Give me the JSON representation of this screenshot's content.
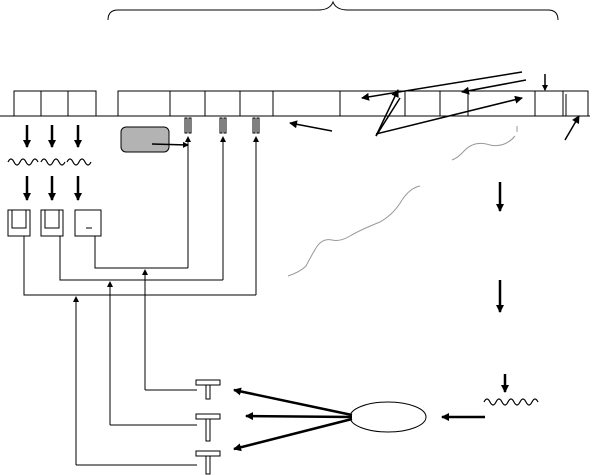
{
  "diagram": {
    "description_free": true,
    "colors": {
      "ink": "#000000",
      "shaded_box": "#b3b3b3",
      "faint_curve": "#999999"
    },
    "icons": [
      "brace",
      "box-row",
      "vertical-arrow",
      "wave",
      "cup-container",
      "t-post",
      "ellipse",
      "shaded-box",
      "curvy-line"
    ]
  }
}
